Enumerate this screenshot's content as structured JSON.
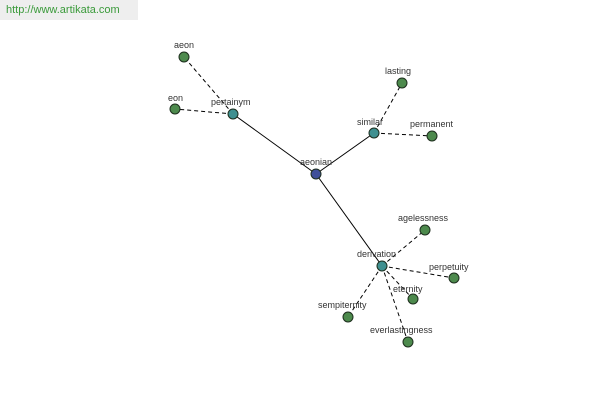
{
  "watermark": "http://www.artikata.com",
  "colors": {
    "root": "#3f4f9a",
    "relation": "#3f9090",
    "leaf": "#4d8a4d"
  },
  "graph": {
    "nodes": [
      {
        "id": "aeonian",
        "label": "aeonian",
        "kind": "root"
      },
      {
        "id": "pertainym",
        "label": "pertainym",
        "kind": "relation"
      },
      {
        "id": "similar",
        "label": "similar",
        "kind": "relation"
      },
      {
        "id": "derivation",
        "label": "derivation",
        "kind": "relation"
      },
      {
        "id": "aeon",
        "label": "aeon",
        "kind": "leaf"
      },
      {
        "id": "eon",
        "label": "eon",
        "kind": "leaf"
      },
      {
        "id": "lasting",
        "label": "lasting",
        "kind": "leaf"
      },
      {
        "id": "permanent",
        "label": "permanent",
        "kind": "leaf"
      },
      {
        "id": "agelessness",
        "label": "agelessness",
        "kind": "leaf"
      },
      {
        "id": "perpetuity",
        "label": "perpetuity",
        "kind": "leaf"
      },
      {
        "id": "eternity",
        "label": "eternity",
        "kind": "leaf"
      },
      {
        "id": "sempiternity",
        "label": "sempiternity",
        "kind": "leaf"
      },
      {
        "id": "everlastingness",
        "label": "everlastingness",
        "kind": "leaf"
      }
    ],
    "edges": [
      {
        "from": "aeonian",
        "to": "pertainym",
        "style": "solid"
      },
      {
        "from": "aeonian",
        "to": "similar",
        "style": "solid"
      },
      {
        "from": "aeonian",
        "to": "derivation",
        "style": "solid"
      },
      {
        "from": "pertainym",
        "to": "aeon",
        "style": "dashed"
      },
      {
        "from": "pertainym",
        "to": "eon",
        "style": "dashed"
      },
      {
        "from": "similar",
        "to": "lasting",
        "style": "dashed"
      },
      {
        "from": "similar",
        "to": "permanent",
        "style": "dashed"
      },
      {
        "from": "derivation",
        "to": "agelessness",
        "style": "dashed"
      },
      {
        "from": "derivation",
        "to": "perpetuity",
        "style": "dashed"
      },
      {
        "from": "derivation",
        "to": "eternity",
        "style": "dashed"
      },
      {
        "from": "derivation",
        "to": "sempiternity",
        "style": "dashed"
      },
      {
        "from": "derivation",
        "to": "everlastingness",
        "style": "dashed"
      }
    ]
  }
}
